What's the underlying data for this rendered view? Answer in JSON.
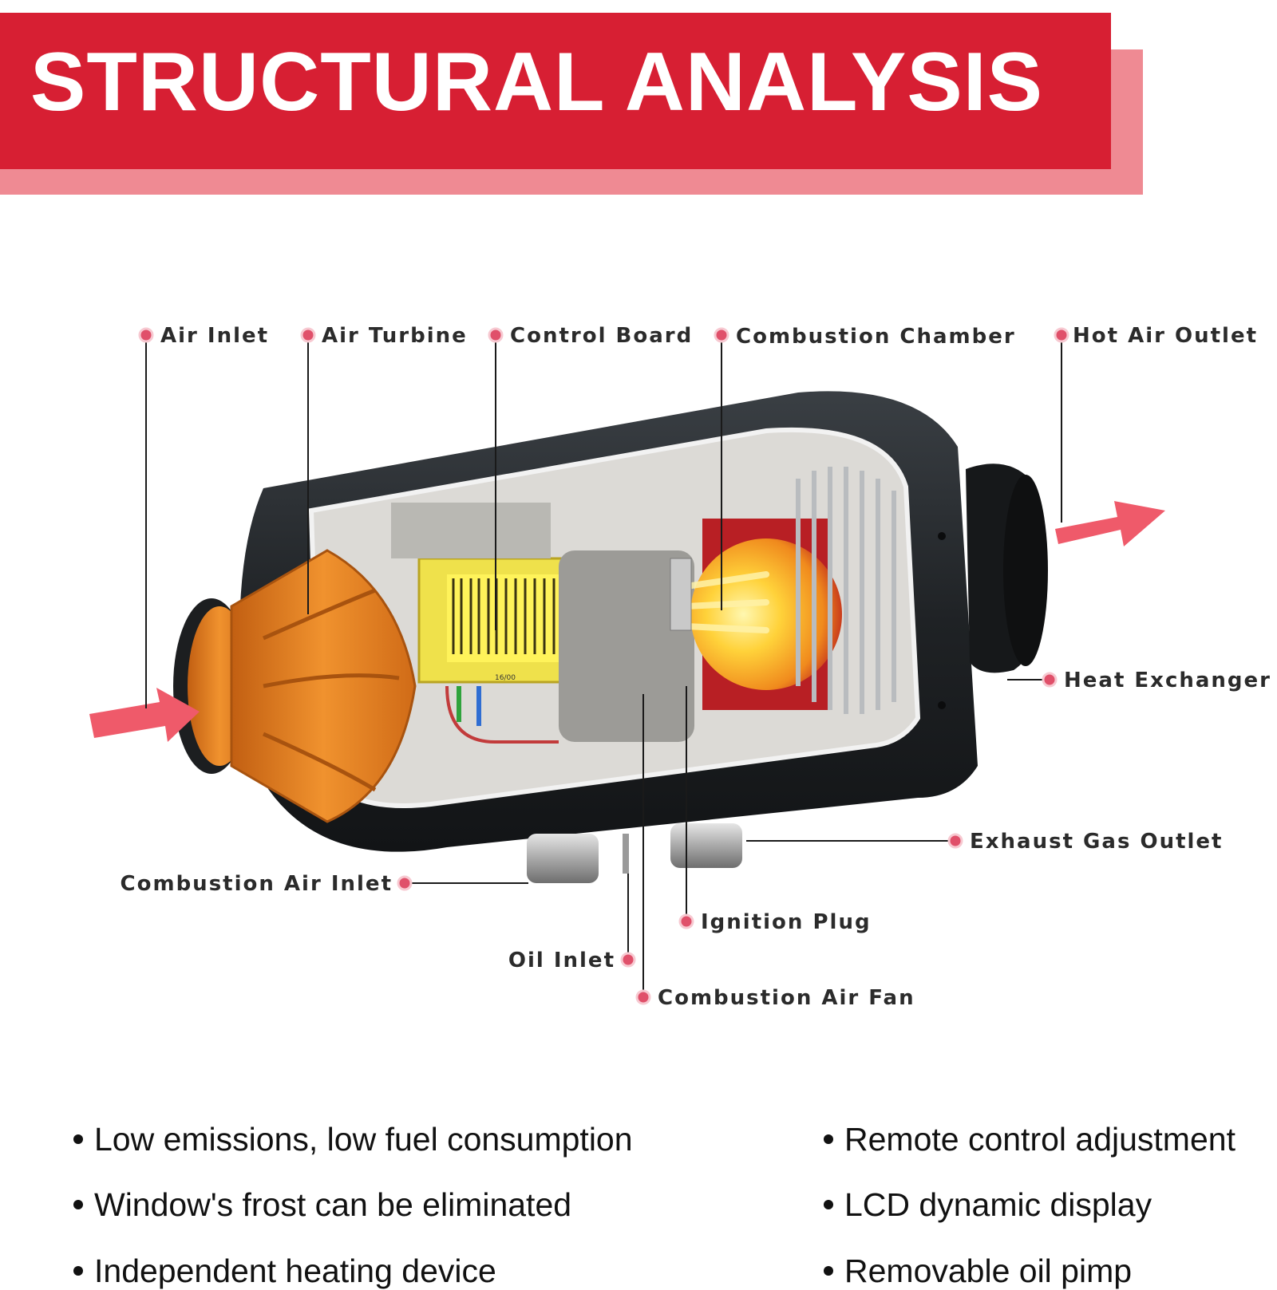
{
  "header": {
    "title": "STRUCTURAL ANALYSIS"
  },
  "colors": {
    "banner": "#d71f33",
    "banner_shadow": "#ef8a93",
    "arrow": "#ef5a6a",
    "label_dot": "#e0506a",
    "turbine": "#e8862a",
    "housing": "#1f2225"
  },
  "labels": {
    "air_inlet": "Air Inlet",
    "air_turbine": "Air Turbine",
    "control_board": "Control Board",
    "combustion_chamber": "Combustion Chamber",
    "hot_air_outlet": "Hot Air Outlet",
    "heat_exchanger": "Heat Exchanger",
    "exhaust_gas_outlet": "Exhaust Gas Outlet",
    "combustion_air_inlet": "Combustion Air Inlet",
    "ignition_plug": "Ignition Plug",
    "oil_inlet": "Oil Inlet",
    "combustion_air_fan": "Combustion Air Fan",
    "board_marking": "16/00"
  },
  "features": {
    "left": [
      "Low emissions, low fuel consumption",
      "Window's frost can be eliminated",
      "Independent heating device"
    ],
    "right": [
      "Remote control adjustment",
      "LCD dynamic display",
      "Removable oil pimp"
    ]
  }
}
